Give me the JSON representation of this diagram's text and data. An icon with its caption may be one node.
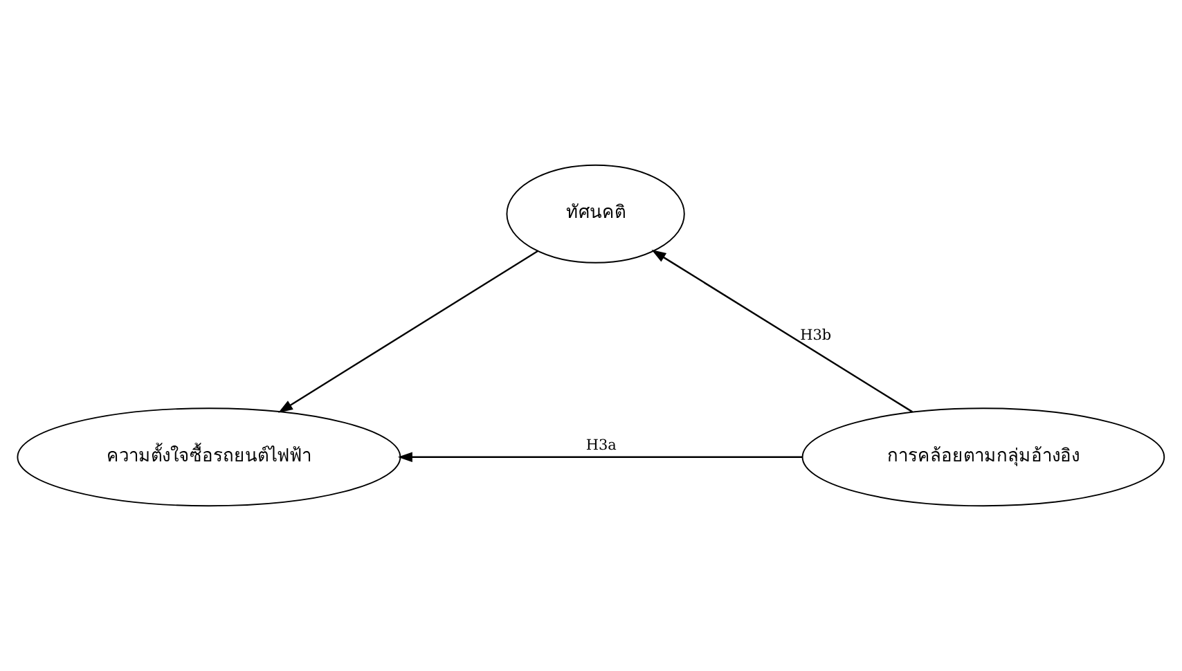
{
  "diagram": {
    "nodes": [
      {
        "text": [
          "ทัศนคติ"
        ]
      },
      {
        "text": [
          "การคล้อยตามกลุ่มอ้างอิง"
        ]
      },
      {
        "text": [
          "ความตั้งใจซื้อรถยนต์ไฟฟ้า"
        ]
      }
    ],
    "edges": [
      {
        "from": 1,
        "to": 0,
        "arrow": "to",
        "label": "H3b"
      },
      {
        "from": 0,
        "to": 2,
        "arrow": "to"
      },
      {
        "from": 1,
        "to": 2,
        "arrow": "to",
        "label": "H3a"
      }
    ]
  }
}
